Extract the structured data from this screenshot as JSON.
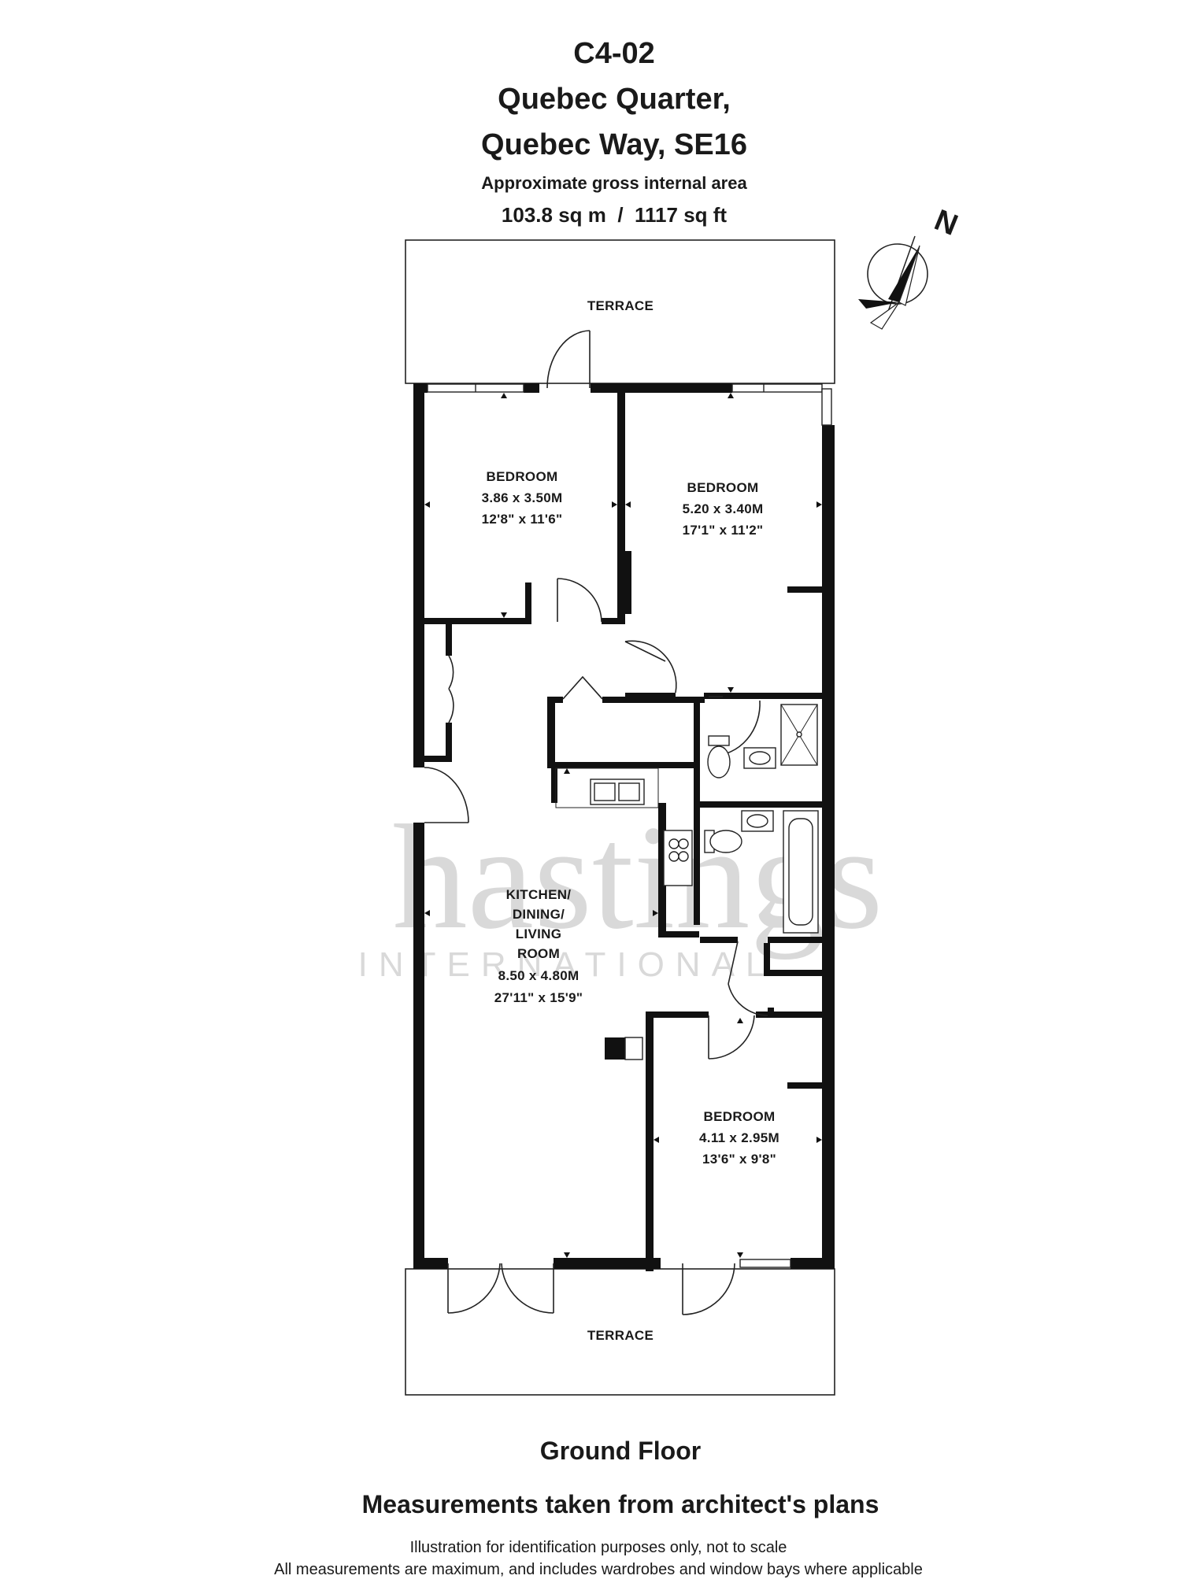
{
  "header": {
    "unit": "C4-02",
    "address_line1": "Quebec Quarter,",
    "address_line2": "Quebec Way, SE16",
    "area_caption": "Approximate gross internal area",
    "area_value": "103.8 sq m  /  1117 sq ft"
  },
  "compass": {
    "label": "N",
    "icon": "north-arrow-icon"
  },
  "watermark": {
    "brand": "hastings",
    "sub": "INTERNATIONAL"
  },
  "rooms": {
    "terrace_top": "TERRACE",
    "terrace_bottom": "TERRACE",
    "bedroom1": {
      "name": "BEDROOM",
      "metric": "3.86 x 3.50M",
      "imperial": "12'8\" x 11'6\""
    },
    "bedroom2": {
      "name": "BEDROOM",
      "metric": "5.20 x 3.40M",
      "imperial": "17'1\" x 11'2\""
    },
    "kitchen": {
      "l1": "KITCHEN/",
      "l2": "DINING/",
      "l3": "LIVING",
      "l4": "ROOM",
      "metric": "8.50 x 4.80M",
      "imperial": "27'11\" x 15'9\""
    },
    "bedroom3": {
      "name": "BEDROOM",
      "metric": "4.11 x 2.95M",
      "imperial": "13'6\" x 9'8\""
    }
  },
  "footer": {
    "floor": "Ground Floor",
    "measurements": "Measurements taken from architect's plans",
    "disclaimer1": "Illustration for identification purposes only, not to scale",
    "disclaimer2": "All measurements are maximum, and includes wardrobes and window bays where applicable"
  }
}
